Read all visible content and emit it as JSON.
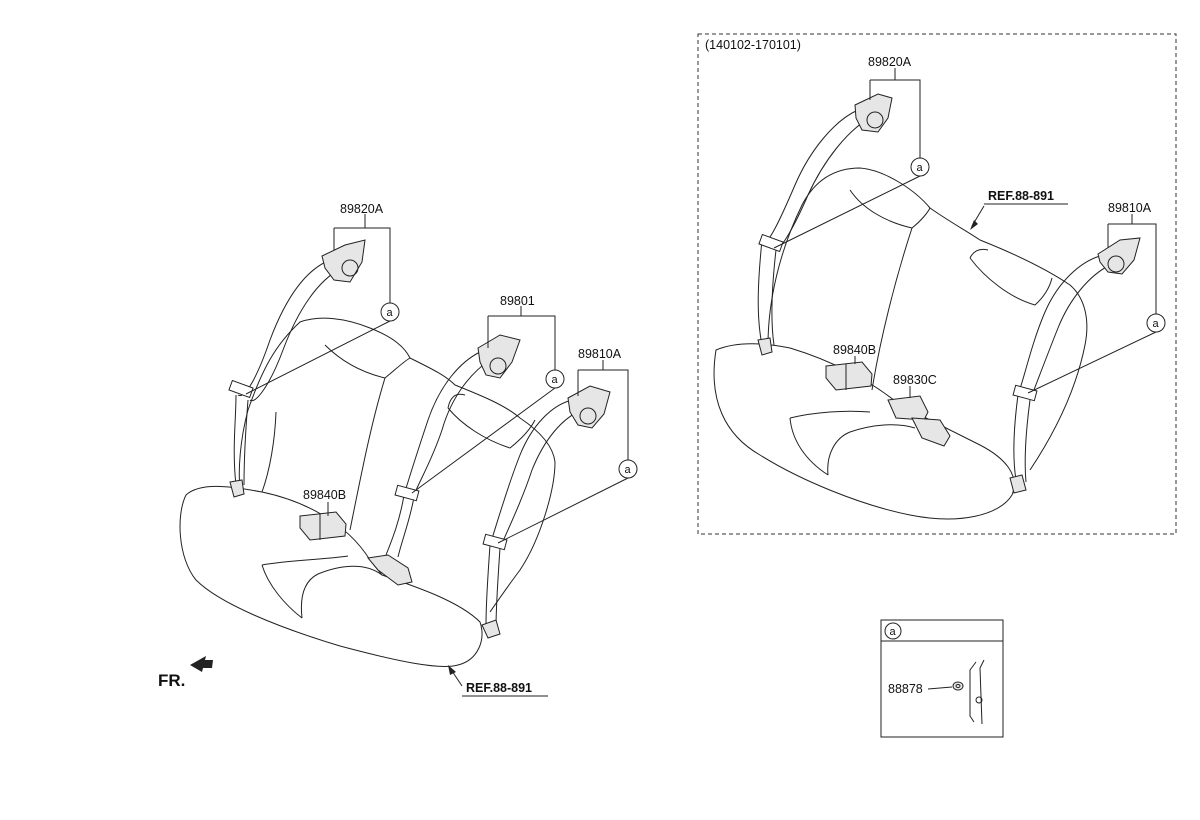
{
  "main_view": {
    "labels": {
      "retractor_left": "89820A",
      "retractor_center": "89801",
      "retractor_right": "89810A",
      "buckle": "89840B",
      "ref": "REF.88-891",
      "front": "FR."
    },
    "circle_marks": [
      "a",
      "a",
      "a"
    ]
  },
  "inset_view": {
    "date_range": "(140102-170101)",
    "labels": {
      "retractor_left": "89820A",
      "retractor_right": "89810A",
      "buckle_left": "89840B",
      "buckle_center": "89830C",
      "ref": "REF.88-891"
    },
    "circle_marks": [
      "a",
      "a"
    ]
  },
  "detail_box": {
    "header_mark": "a",
    "part_label": "88878"
  }
}
